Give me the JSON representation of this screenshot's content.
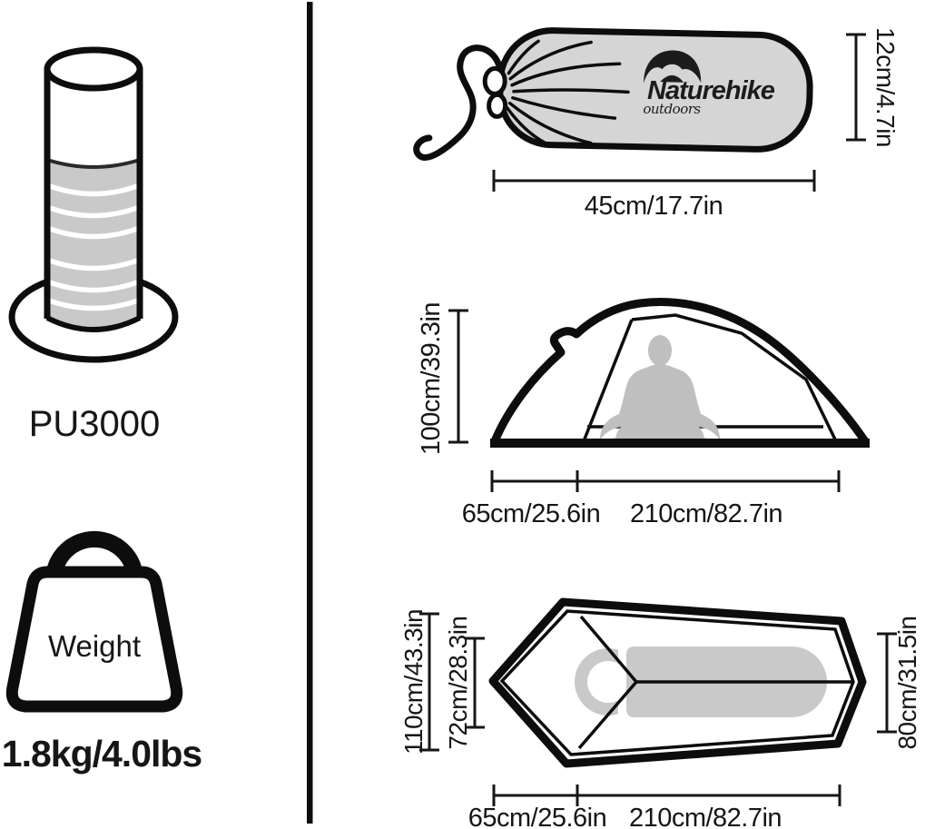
{
  "page": {
    "background": "#ffffff",
    "line_color": "#0d0d0d",
    "gray_fill": "#d5d5d5",
    "figure_gray": "#bfbfbf"
  },
  "waterproof": {
    "rating": "PU3000"
  },
  "weight": {
    "label": "Weight",
    "value": "1.8kg/4.0lbs"
  },
  "carry_bag": {
    "brand": "Naturehike",
    "brand_tagline": "outdoors",
    "height_label": "12cm/4.7in",
    "length_label": "45cm/17.7in",
    "bag_color": "#d5d5d5"
  },
  "tent_side_view": {
    "height_label": "100cm/39.3in",
    "vestibule_label": "65cm/25.6in",
    "length_label": "210cm/82.7in",
    "figure": "meditating-person-silhouette",
    "figure_color": "#bfbfbf"
  },
  "tent_top_view": {
    "outer_width_label": "110cm/43.3in",
    "inner_width_label": "72cm/28.3in",
    "foot_width_label": "80cm/31.5in",
    "vestibule_label": "65cm/25.6in",
    "length_label": "210cm/82.7in",
    "pad_color": "#c9c9c9"
  }
}
